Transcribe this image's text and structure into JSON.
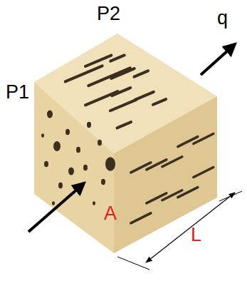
{
  "diagram": {
    "labels": [
      "P2",
      "P1",
      "q",
      "A",
      "L"
    ]
  }
}
